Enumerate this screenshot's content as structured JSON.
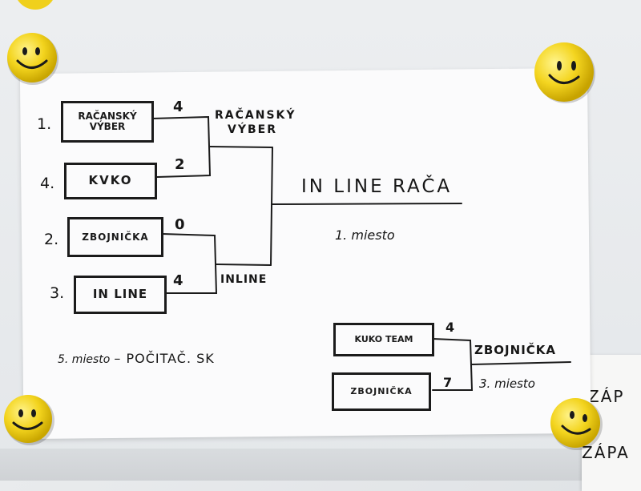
{
  "bracket": {
    "seeds": [
      "1.",
      "4.",
      "2.",
      "3."
    ],
    "teams": [
      {
        "line1": "RAČANSKÝ",
        "line2": "VÝBER"
      },
      {
        "line1": "KVKO"
      },
      {
        "line1": "ZBOJNIČKA"
      },
      {
        "line1": "IN LINE"
      }
    ],
    "scores": [
      "4",
      "2",
      "0",
      "4"
    ],
    "semi_winners": [
      {
        "line1": "RAČANSKÝ",
        "line2": "VÝBER"
      },
      {
        "line1": "INLINE"
      }
    ],
    "champion": "IN LINE RAČA",
    "champion_place": "1. miesto"
  },
  "third_place": {
    "teams": [
      "KUKO TEAM",
      "ZBOJNIČKA"
    ],
    "scores": [
      "4",
      "7"
    ],
    "winner": "ZBOJNIČKA",
    "place": "3. miesto"
  },
  "fifth_place": {
    "label": "5. miesto",
    "team": "– POČITAČ. SK"
  },
  "side_paper": {
    "text1": "ZÁP",
    "text2": "ZÁPA"
  },
  "colors": {
    "ink": "#161616",
    "magnet": "#f2d31b",
    "paper": "#fbfbfc"
  },
  "icons": [
    "smiley-magnet-icon"
  ]
}
